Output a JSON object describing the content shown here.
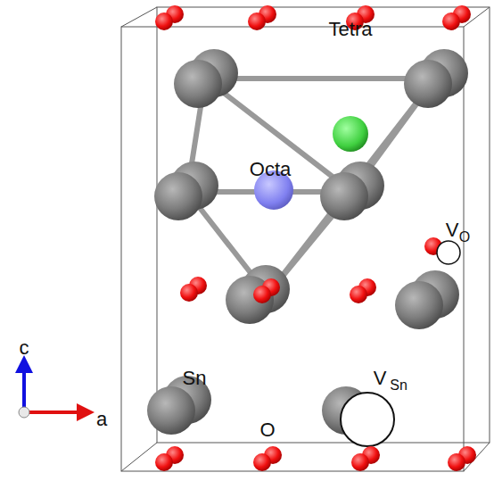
{
  "diagram": {
    "labels": [
      "Tetra",
      "Octa",
      "V",
      "O",
      "Sn",
      "O",
      "V",
      "Sn",
      "c",
      "a"
    ]
  }
}
